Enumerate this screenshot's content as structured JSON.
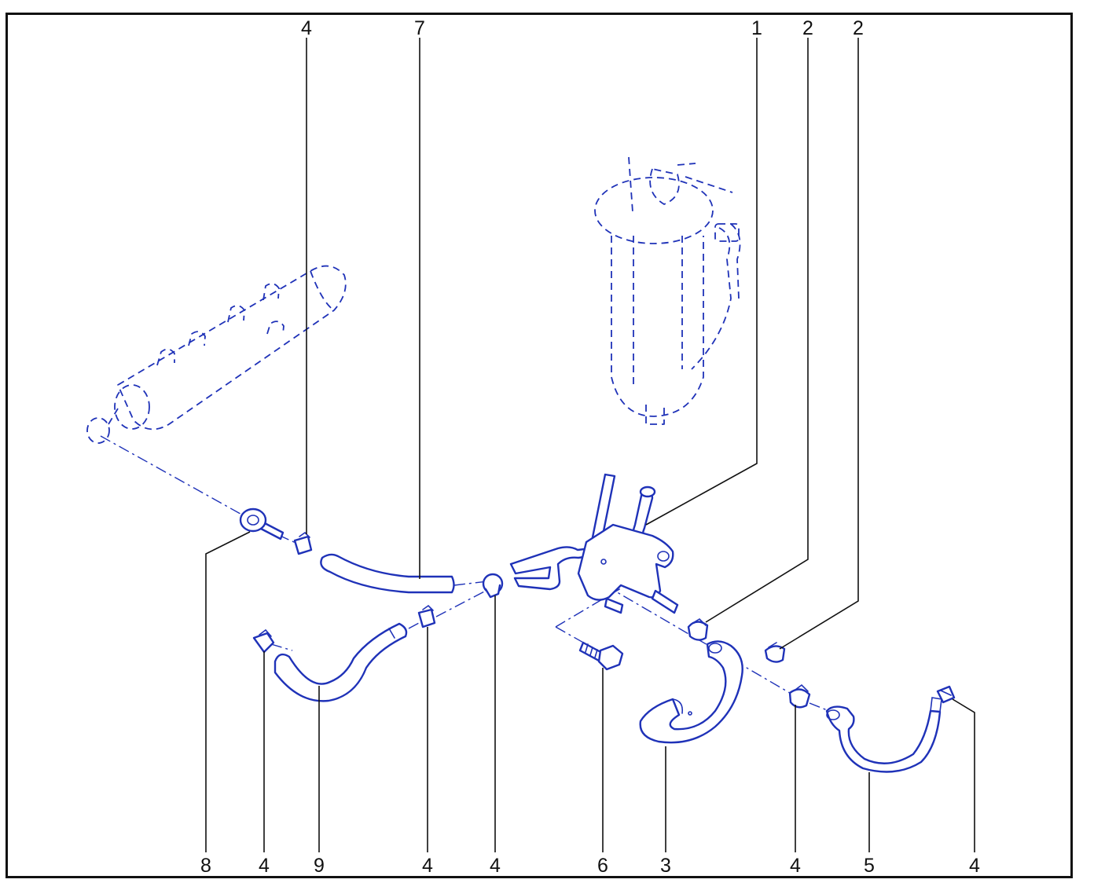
{
  "diagram": {
    "callouts": {
      "top": [
        "4",
        "7",
        "1",
        "2",
        "2"
      ],
      "bottom": [
        "8",
        "4",
        "9",
        "4",
        "4",
        "6",
        "3",
        "4",
        "5",
        "4"
      ]
    },
    "colors": {
      "parts": "#1f32b8",
      "leaders": "#111111",
      "frame": "#111111"
    }
  }
}
